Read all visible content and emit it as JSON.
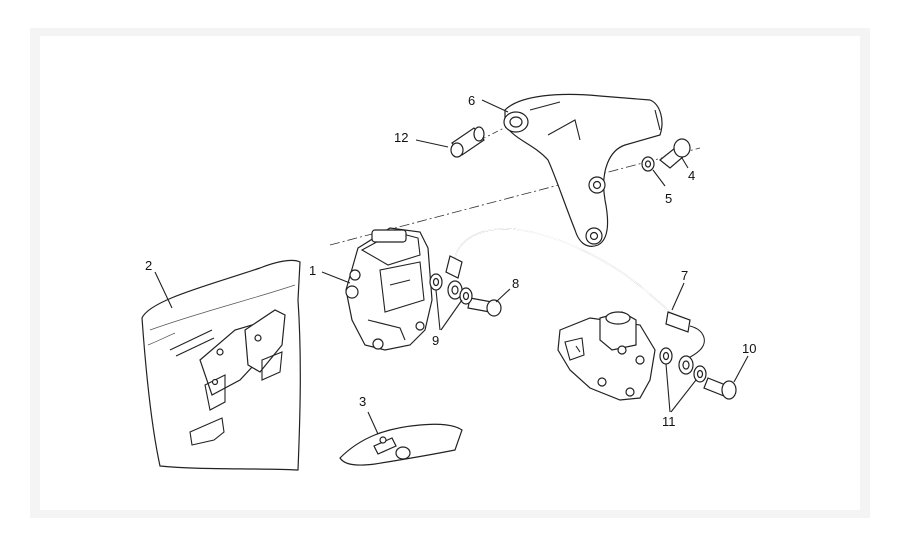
{
  "colors": {
    "background": "#ffffff",
    "ink": "#222222",
    "frame": "#f4f4f4"
  },
  "callouts": {
    "c1": "1",
    "c2": "2",
    "c3": "3",
    "c4": "4",
    "c5": "5",
    "c6": "6",
    "c7": "7",
    "c8": "8",
    "c9": "9",
    "c10": "10",
    "c11": "11",
    "c12": "12"
  }
}
